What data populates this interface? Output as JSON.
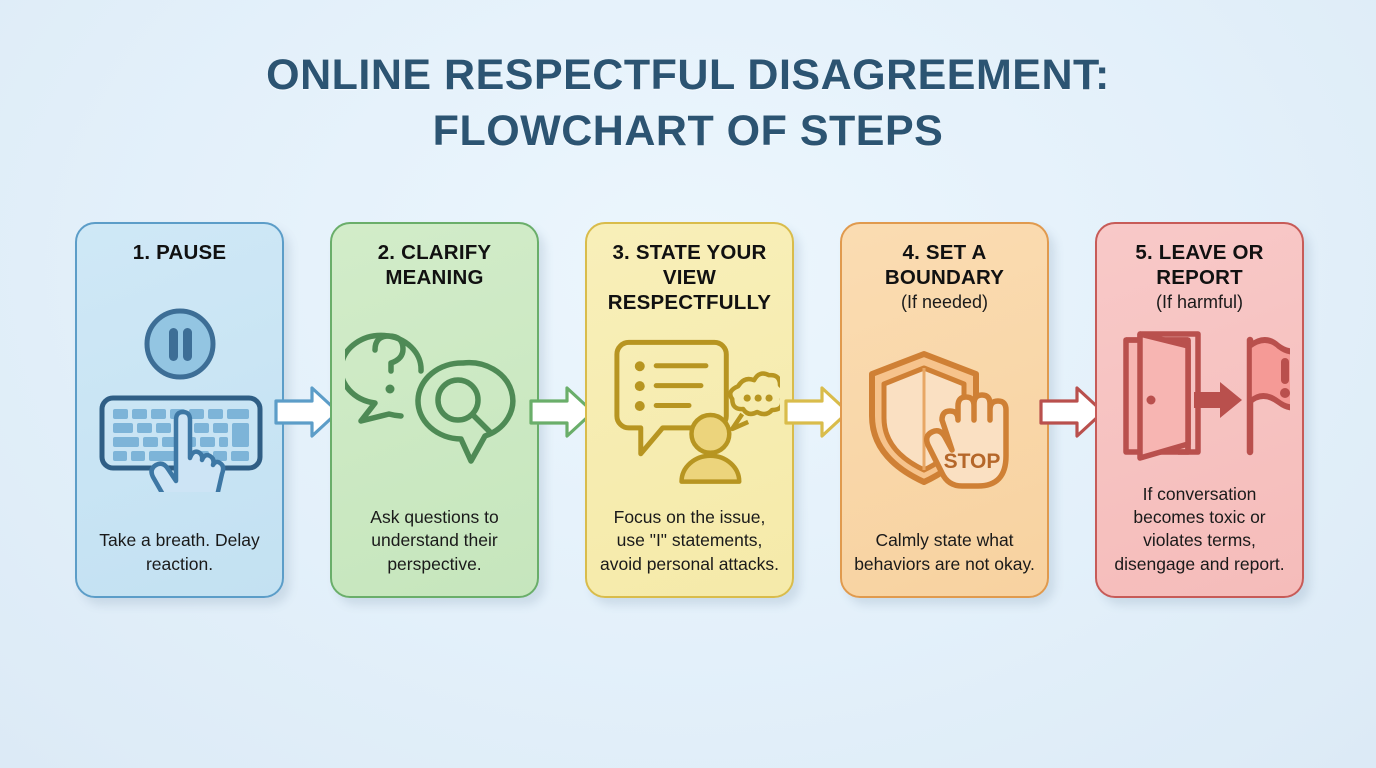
{
  "title": {
    "line1": "ONLINE RESPECTFUL DISAGREEMENT:",
    "line2": "FLOWCHART OF STEPS"
  },
  "colors": {
    "background": "#e4f1fa",
    "title_text": "#2c5472",
    "card1_fill": "#c5e4f3",
    "card1_border": "#5c9dc8",
    "card2_fill": "#c9e7c0",
    "card2_border": "#6aae6a",
    "card3_fill": "#f6ecac",
    "card3_border": "#d9bc4b",
    "card4_fill": "#f9d5a5",
    "card5_fill": "#f6c0be",
    "card5_border": "#c75b58"
  },
  "steps": [
    {
      "heading": "1. PAUSE",
      "subheading": "",
      "description": "Take a breath. Delay reaction.",
      "icons": [
        "pause-circle-icon",
        "keyboard-hand-icon"
      ],
      "accent": "#3d6e96"
    },
    {
      "heading": "2. CLARIFY MEANING",
      "subheading": "",
      "description": "Ask questions to understand their perspective.",
      "icons": [
        "question-speech-bubble-icon",
        "magnifier-speech-bubble-icon"
      ],
      "accent": "#4e8a55"
    },
    {
      "heading": "3. STATE YOUR VIEW RESPECTFULLY",
      "subheading": "",
      "description": "Focus on the issue, use \"I\" statements, avoid personal attacks.",
      "icons": [
        "list-speech-bubble-icon",
        "person-icon",
        "thought-bubble-icon"
      ],
      "accent": "#b79521"
    },
    {
      "heading": "4. SET A BOUNDARY",
      "subheading": "(If needed)",
      "description": "Calmly state what behaviors are not okay.",
      "icons": [
        "shield-icon",
        "stop-hand-icon"
      ],
      "icon_label": "STOP",
      "accent": "#cf8035"
    },
    {
      "heading": "5. LEAVE OR REPORT",
      "subheading": "(If harmful)",
      "description": "If conversation becomes toxic or violates terms, disengage and report.",
      "icons": [
        "open-door-icon",
        "exit-arrow-icon",
        "warning-flag-icon"
      ],
      "accent": "#b9504d"
    }
  ],
  "arrows": [
    {
      "name": "arrow-step1-to-step2",
      "border": "#5c9dc8"
    },
    {
      "name": "arrow-step2-to-step3",
      "border": "#6aae6a"
    },
    {
      "name": "arrow-step3-to-step4",
      "border": "#d9bc4b"
    },
    {
      "name": "arrow-step4-to-step5",
      "border": "#b9504d"
    }
  ]
}
